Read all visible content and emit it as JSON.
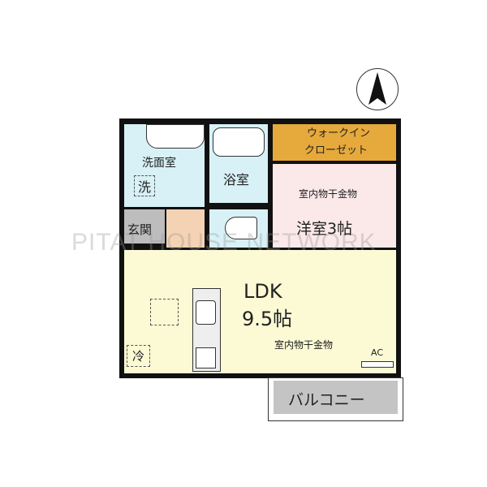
{
  "rooms": {
    "washroom": "洗面室",
    "washer": "洗",
    "bath": "浴室",
    "wic_line1": "ウォークイン",
    "wic_line2": "クローゼット",
    "western_dry": "室内物干金物",
    "western": "洋室3帖",
    "entrance": "玄関",
    "ldk": "LDK",
    "ldk_size": "9.5帖",
    "ldk_dry": "室内物干金物",
    "ac": "AC",
    "fridge": "冷",
    "balcony": "バルコニー"
  },
  "watermark": "PITAT HOUSE NETWORK",
  "colors": {
    "washroom": "#d7f1f6",
    "wic": "#e6a93c",
    "western": "#fbe9ea",
    "entrance": "#bdbdbd",
    "hall": "#f4d2b4",
    "ldk": "#fbfad4",
    "balcony": "#c4c4c4"
  }
}
